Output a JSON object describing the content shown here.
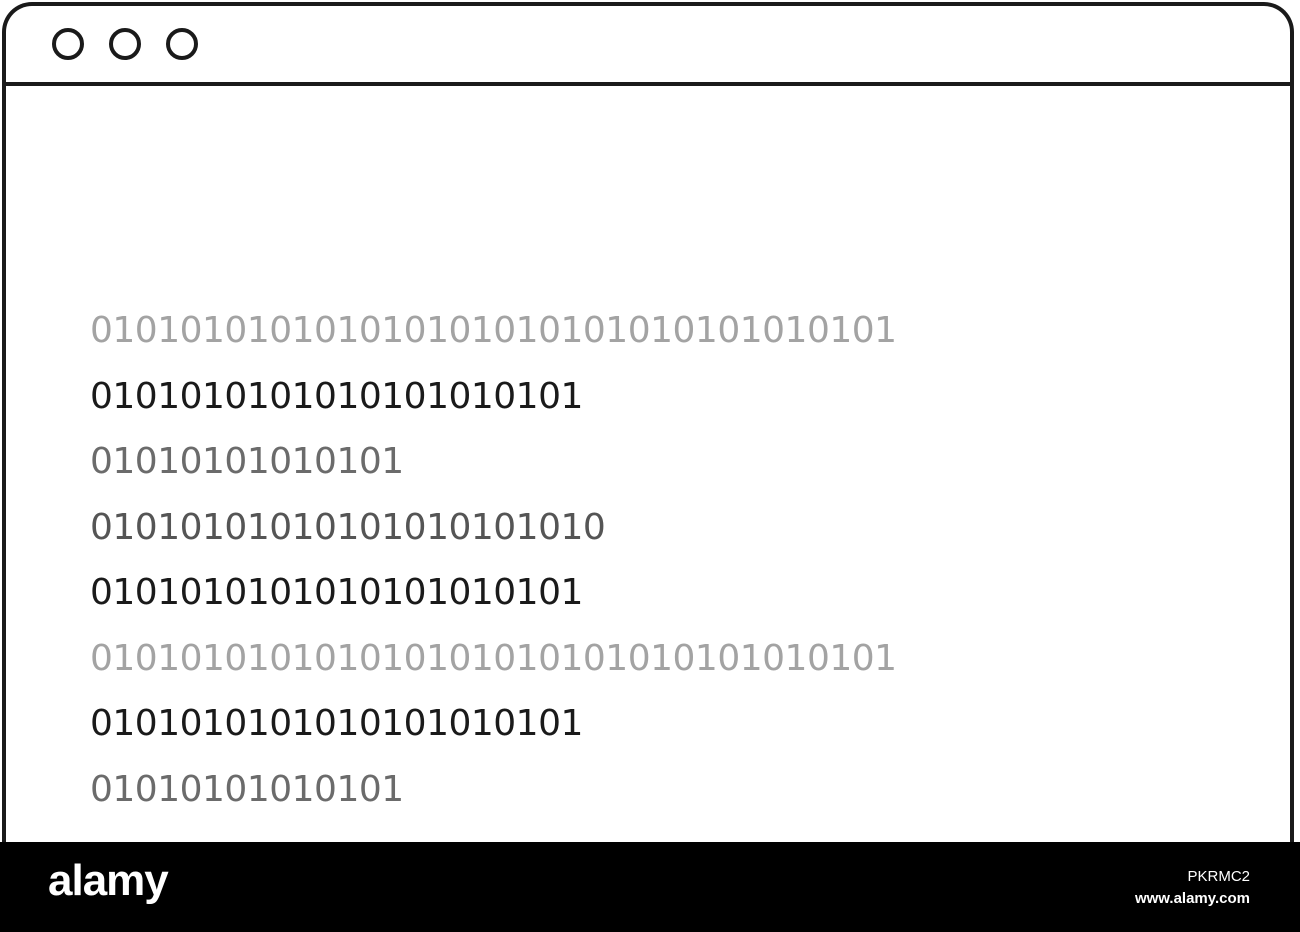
{
  "window": {
    "controls": [
      "circle-icon",
      "circle-icon",
      "circle-icon"
    ]
  },
  "code_lines": [
    {
      "text": "010101010101010101010101010101010101",
      "color": "#a3a3a3"
    },
    {
      "text": "0101010101010101010101",
      "color": "#1a1a1a"
    },
    {
      "text": "01010101010101",
      "color": "#6b6b6b"
    },
    {
      "text": "01010101010101010101010",
      "color": "#555555"
    },
    {
      "text": "0101010101010101010101",
      "color": "#1a1a1a"
    },
    {
      "text": "010101010101010101010101010101010101",
      "color": "#a3a3a3"
    },
    {
      "text": "0101010101010101010101",
      "color": "#1a1a1a"
    },
    {
      "text": "01010101010101",
      "color": "#6b6b6b"
    }
  ],
  "footer": {
    "brand": "alamy",
    "image_id": "PKRMC2",
    "site": "www.alamy.com"
  }
}
